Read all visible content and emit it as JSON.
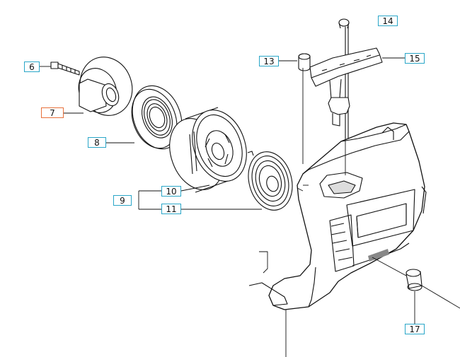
{
  "callouts": [
    {
      "key": "6",
      "label": "6"
    },
    {
      "key": "7",
      "label": "7"
    },
    {
      "key": "8",
      "label": "8"
    },
    {
      "key": "9",
      "label": "9"
    },
    {
      "key": "10",
      "label": "10"
    },
    {
      "key": "11",
      "label": "11"
    },
    {
      "key": "13",
      "label": "13"
    },
    {
      "key": "14",
      "label": "14"
    },
    {
      "key": "15",
      "label": "15"
    },
    {
      "key": "17",
      "label": "17"
    }
  ],
  "colors": {
    "callout_border": "#2aa6c8",
    "highlight_border": "#e8703a",
    "line": "#111111"
  }
}
